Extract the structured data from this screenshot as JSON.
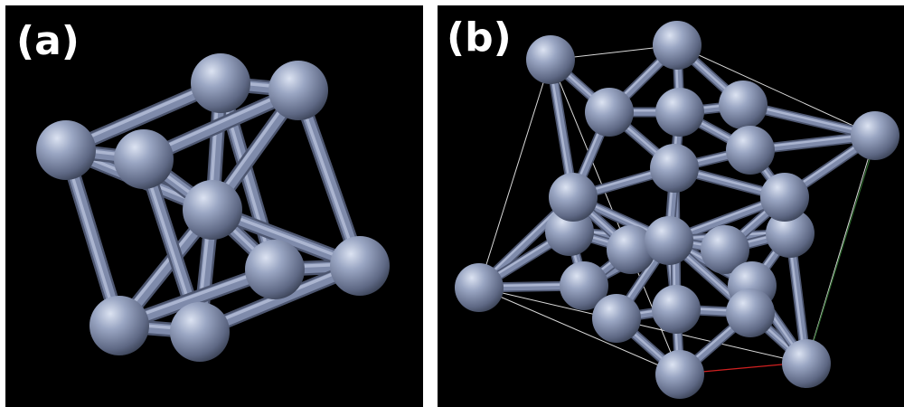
{
  "figure": {
    "panels": [
      {
        "id": "a",
        "label": "(a)",
        "lattice": "bcc"
      },
      {
        "id": "b",
        "label": "(b)",
        "lattice": "fcc"
      }
    ]
  },
  "colors": {
    "background": "#000000",
    "atom": "#8f9bb8",
    "bond": "#7f8bab",
    "cell_edge": "#ffffff",
    "axis_x": "#d02020",
    "axis_y": "#2f6a2f"
  }
}
